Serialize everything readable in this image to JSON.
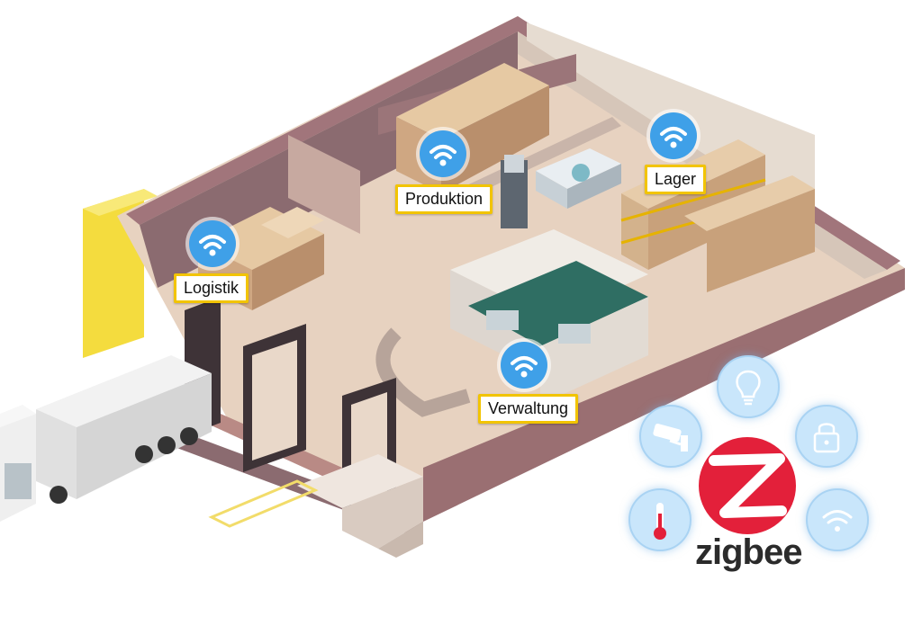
{
  "zones": [
    {
      "label": "Logistik",
      "icon": "wifi-icon"
    },
    {
      "label": "Produktion",
      "icon": "wifi-icon"
    },
    {
      "label": "Lager",
      "icon": "wifi-icon"
    },
    {
      "label": "Verwaltung",
      "icon": "wifi-icon"
    }
  ],
  "iot_devices": [
    {
      "icon": "lightbulb-icon"
    },
    {
      "icon": "security-camera-icon"
    },
    {
      "icon": "padlock-icon"
    },
    {
      "icon": "thermometer-icon"
    },
    {
      "icon": "wifi-icon"
    }
  ],
  "brand": {
    "name": "zigbee",
    "logo_color": "#e3203a",
    "text_color": "#2b2b2b"
  },
  "colors": {
    "label_border": "#f2c400",
    "wifi_badge": "#3fa0e8",
    "bubble": "#c9e6fb"
  }
}
